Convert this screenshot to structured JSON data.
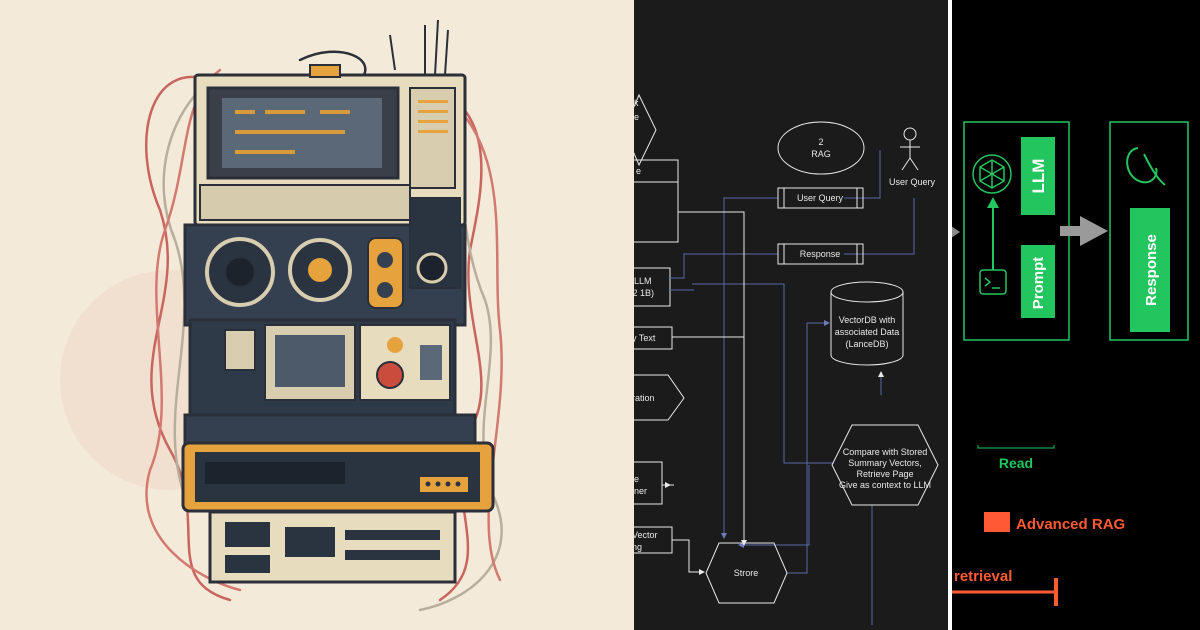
{
  "panels": {
    "left": {
      "description_icon": "retro-electronics-tower-illustration"
    },
    "middle": {
      "nodes": {
        "rag": "2\nRAG",
        "rag_line1": "2",
        "rag_line2": "RAG",
        "user_query_box": "User Query",
        "user_query_actor": "User Query",
        "response": "Response",
        "vectordb_line1": "VectorDB with",
        "vectordb_line2": "associated Data",
        "vectordb_line3": "(LanceDB)",
        "compare_line1": "Compare with Stored",
        "compare_line2": "Summary Vectors,",
        "compare_line3": "Retrieve Page",
        "compare_line4": "Give as context to LLM",
        "store": "Strore",
        "partial_k": "k",
        "partial_e": "e",
        "partial_e2": "e",
        "partial_llm1": "LLM",
        "partial_llm2": ".2 1B)",
        "partial_text": "y Text",
        "partial_ration": "ration",
        "partial_e3": "e",
        "partial_ner": "ner",
        "partial_vector": "Vector",
        "partial_ing": "ng"
      }
    },
    "right": {
      "llm": "LLM",
      "prompt": "Prompt",
      "response": "Response",
      "read": "Read",
      "advanced_rag": "Advanced RAG",
      "retrieval": "retrieval"
    }
  },
  "colors": {
    "left_bg": "#f4ead9",
    "mid_bg": "#1b1b1b",
    "right_bg": "#000000",
    "green": "#22c55e",
    "orange": "#ff5a36",
    "arrow_blue": "#5a6aa8"
  }
}
